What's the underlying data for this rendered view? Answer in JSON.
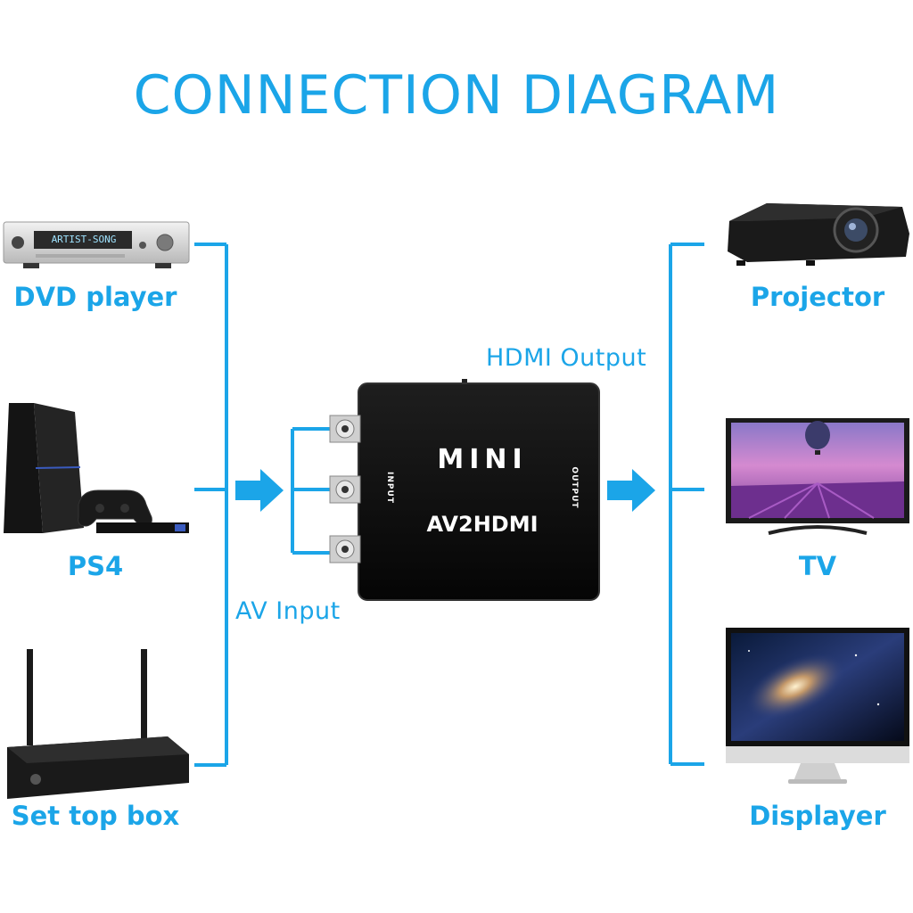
{
  "title": "CONNECTION DIAGRAM",
  "inputs": [
    {
      "label": "DVD player",
      "icon": "dvd-player-icon"
    },
    {
      "label": "PS4",
      "icon": "ps4-console-icon"
    },
    {
      "label": "Set top box",
      "icon": "set-top-box-icon"
    }
  ],
  "outputs": [
    {
      "label": "Projector",
      "icon": "projector-icon"
    },
    {
      "label": "TV",
      "icon": "tv-icon"
    },
    {
      "label": "Displayer",
      "icon": "monitor-icon"
    }
  ],
  "converter": {
    "name": "MINI",
    "model": "AV2HDMI",
    "input_label": "INPUT",
    "output_label": "OUTPUT",
    "dvd_display_text": "ARTIST-SONG"
  },
  "ports": {
    "input_caption": "AV Input",
    "output_caption": "HDMI Output"
  },
  "colors": {
    "accent": "#1ba5e8",
    "device": "#1a1a1a"
  }
}
